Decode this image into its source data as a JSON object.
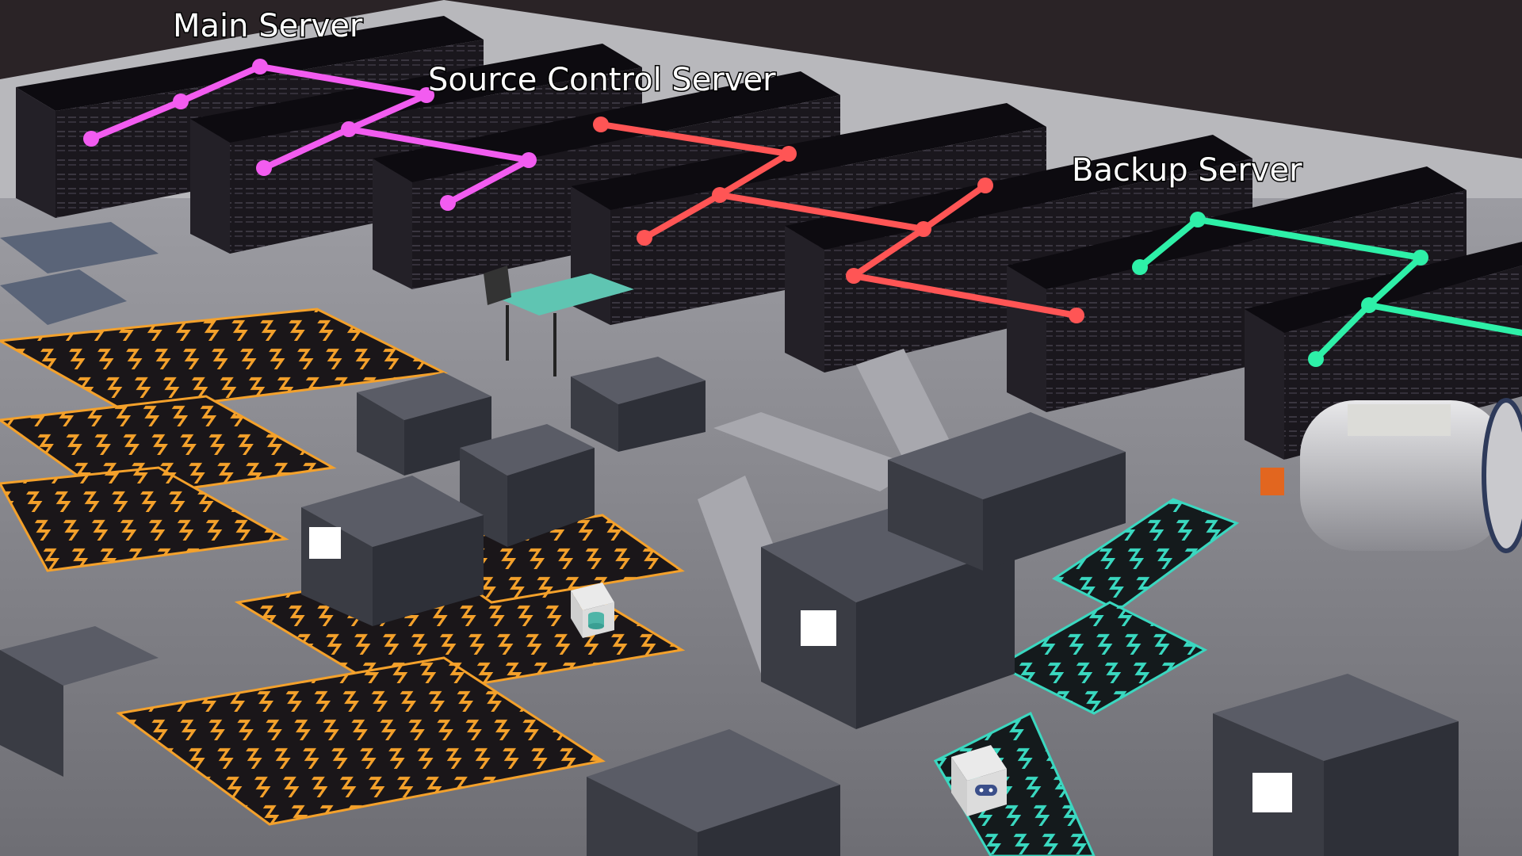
{
  "scene": {
    "description_free": true,
    "colors": {
      "ceiling": "#2a2326",
      "floor": "#7a7a80",
      "rack": "#17141b",
      "conveyor_yellow": "#f4a12b",
      "conveyor_teal": "#3ad8c0",
      "machine": "#4a4c55"
    }
  },
  "servers": [
    {
      "label": "Main Server",
      "color": "#f25cf0"
    },
    {
      "label": "Source Control Server",
      "color": "#ff5555"
    },
    {
      "label": "Backup Server",
      "color": "#2ef0a8"
    }
  ],
  "icons": [
    "database-icon",
    "gamepad-icon"
  ]
}
